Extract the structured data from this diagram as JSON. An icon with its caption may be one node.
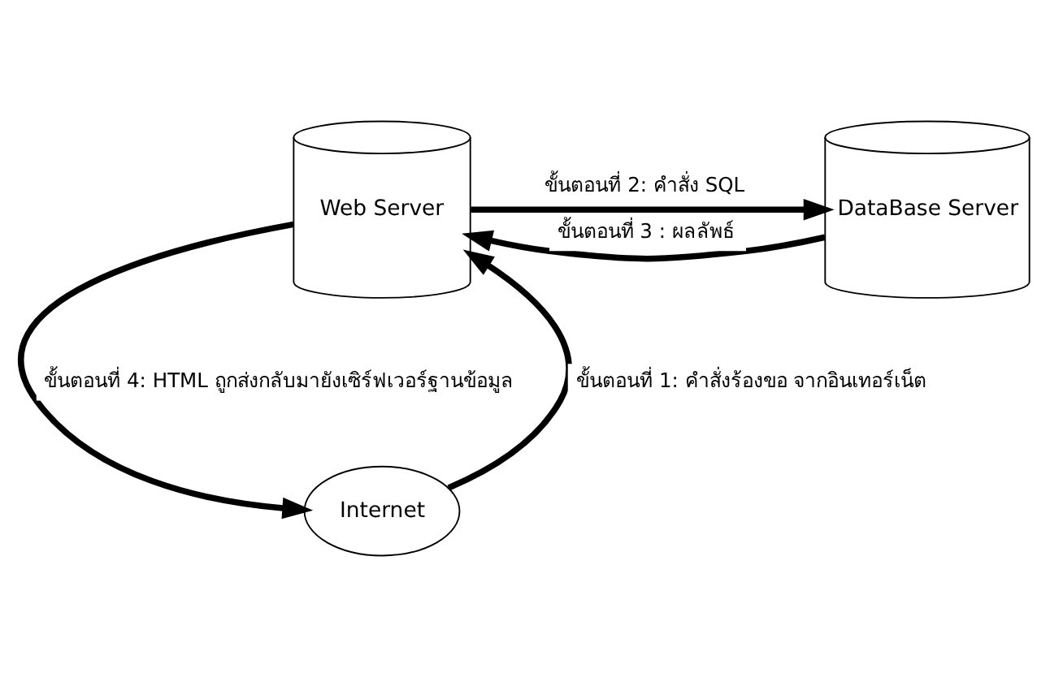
{
  "diagram": {
    "nodes": [
      {
        "text": [
          "Web Server"
        ]
      },
      {
        "text": [
          "DataBase Server"
        ]
      },
      {
        "text": [
          "Internet"
        ]
      }
    ],
    "edges": [
      {
        "from": 1,
        "to": 0,
        "arrow": "to",
        "label": "ขั้นตอนที่ 3 : ผลลัพธ์"
      },
      {
        "from": 0,
        "to": 1,
        "arrow": "to",
        "label": "ขั้นตอนที่ 2: คำสั่ง SQL"
      },
      {
        "from": 2,
        "to": 0,
        "arrow": "to",
        "label": "ขั้นตอนที่ 1: คำสั่งร้องขอ จากอินเทอร์เน็ต"
      },
      {
        "from": 0,
        "to": 2,
        "arrow": "to",
        "label": "ขั้นตอนที่ 4: HTML ถูกส่งกลับมายังเซิร์ฟเวอร์ฐานข้อมูล"
      }
    ]
  }
}
